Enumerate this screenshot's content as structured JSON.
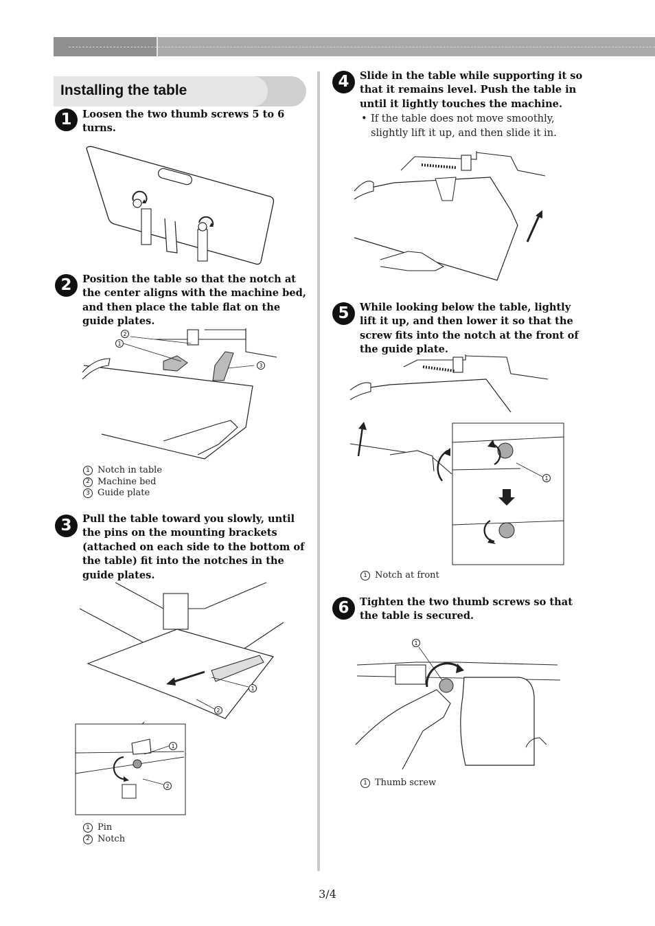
{
  "section_title": "Installing the table",
  "steps": [
    {
      "number": "1",
      "text": "Loosen the two thumb screws 5 to 6 turns."
    },
    {
      "number": "2",
      "text": "Position the table so that the notch at the center aligns with the machine bed, and then place the table flat on the guide plates.",
      "legend": [
        {
          "num": "1",
          "label": "Notch in table"
        },
        {
          "num": "2",
          "label": "Machine bed"
        },
        {
          "num": "3",
          "label": "Guide plate"
        }
      ]
    },
    {
      "number": "3",
      "text": "Pull the table toward you slowly, until the pins on the mounting brackets (attached on each side to the bottom of the table) fit into the notches in the guide plates.",
      "legend": [
        {
          "num": "1",
          "label": "Pin"
        },
        {
          "num": "2",
          "label": "Notch"
        }
      ]
    },
    {
      "number": "4",
      "text": "Slide in the table while supporting it so that it remains level. Push the table in until it lightly touches the machine.",
      "bullet": "If the table does not move smoothly, slightly lift it up, and then slide it in."
    },
    {
      "number": "5",
      "text": "While looking below the table, lightly lift it up, and then lower it so that the screw fits into the notch at the front of the guide plate.",
      "legend": [
        {
          "num": "1",
          "label": "Notch at front"
        }
      ]
    },
    {
      "number": "6",
      "text": "Tighten the two thumb screws so that the table is secured.",
      "legend": [
        {
          "num": "1",
          "label": "Thumb screw"
        }
      ]
    }
  ],
  "page_number": "3/4"
}
